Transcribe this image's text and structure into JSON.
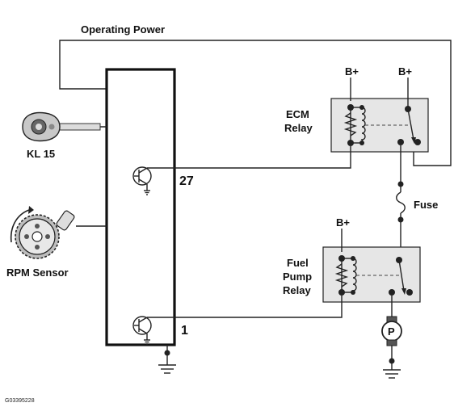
{
  "labels": {
    "operating_power": "Operating Power",
    "kl15": "KL 15",
    "rpm_sensor": "RPM Sensor",
    "ecm_relay_line1": "ECM",
    "ecm_relay_line2": "Relay",
    "fuel_pump_relay_line1": "Fuel",
    "fuel_pump_relay_line2": "Pump",
    "fuel_pump_relay_line3": "Relay",
    "b_plus": "B+",
    "fuse": "Fuse",
    "pin_27": "27",
    "pin_1": "1",
    "pump": "P",
    "figure_code": "G03395228"
  },
  "colors": {
    "wire": "#222222",
    "relay_fill": "#e6e6e6",
    "background": "#ffffff"
  },
  "icons": {
    "ignition_key": "ignition-key-icon",
    "rpm_sensor": "rpm-sensor-wheel-icon",
    "transistor": "transistor-icon",
    "ground": "ground-icon",
    "pump_motor": "pump-motor-icon",
    "fuse": "fuse-icon",
    "relay_coil": "relay-coil-icon"
  }
}
